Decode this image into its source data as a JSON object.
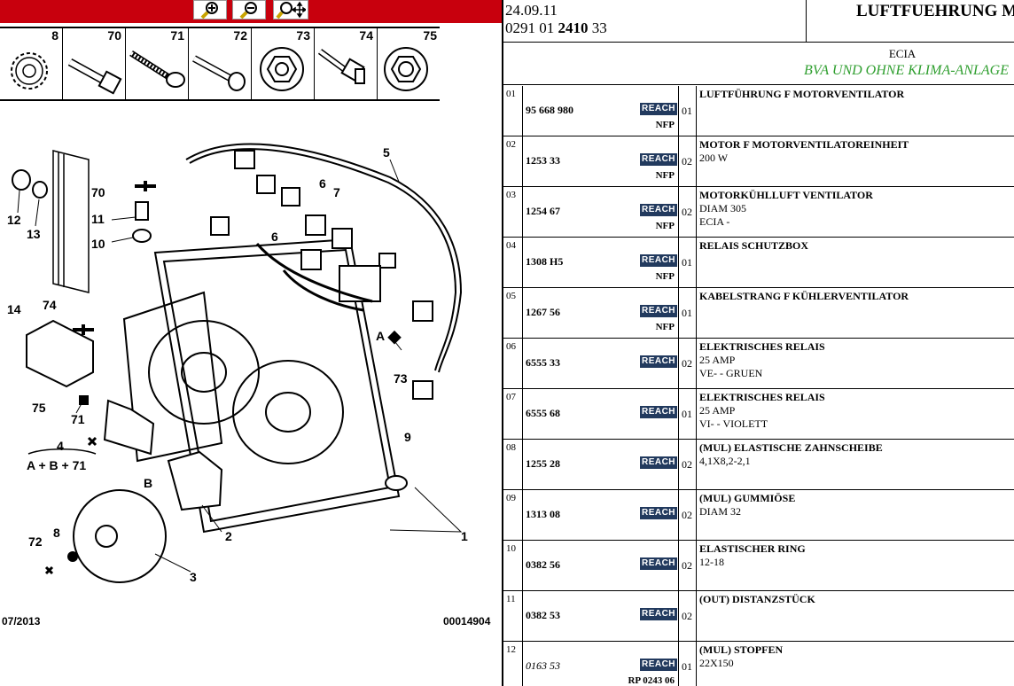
{
  "toolbar": {
    "buttons": [
      {
        "name": "zoom-in-icon"
      },
      {
        "name": "zoom-out-icon"
      },
      {
        "name": "zoom-pan-icon"
      }
    ]
  },
  "strip": {
    "items": [
      "8",
      "70",
      "71",
      "72",
      "73",
      "74",
      "75"
    ]
  },
  "diagram": {
    "labels": [
      "5",
      "6",
      "7",
      "6",
      "70",
      "11",
      "10",
      "12",
      "13",
      "14",
      "74",
      "75",
      "71",
      "4",
      "A + B + 71",
      "A",
      "73",
      "B",
      "9",
      "2",
      "1",
      "8",
      "72",
      "3"
    ]
  },
  "footer": {
    "date": "07/2013",
    "code": "00014904"
  },
  "header": {
    "date": "24.09.11",
    "ref_a": "0291 01 ",
    "ref_b": "2410",
    "ref_c": " 33",
    "title": "LUFTFUEHRUNG MOTORVENTILATOR"
  },
  "subheader": {
    "line1": "ECIA",
    "line2": "BVA UND OHNE KLIMA-ANLAGE"
  },
  "rows": [
    {
      "idx": "01",
      "part": "95 668 980",
      "reach": "REACH",
      "qty": "01",
      "nfp": "NFP",
      "desc": "LUFTFÜHRUNG F MOTORVENTILATOR",
      "lines": []
    },
    {
      "idx": "02",
      "part": "1253 33",
      "reach": "REACH",
      "qty": "02",
      "nfp": "NFP",
      "desc": "MOTOR F MOTORVENTILATOREINHEIT",
      "lines": [
        "200 W"
      ]
    },
    {
      "idx": "03",
      "part": "1254 67",
      "reach": "REACH",
      "qty": "02",
      "nfp": "NFP",
      "desc": "MOTORKÜHLLUFT VENTILATOR",
      "lines": [
        "DIAM 305",
        "ECIA -"
      ]
    },
    {
      "idx": "04",
      "part": "1308 H5",
      "reach": "REACH",
      "qty": "01",
      "nfp": "NFP",
      "desc": "RELAIS SCHUTZBOX",
      "lines": []
    },
    {
      "idx": "05",
      "part": "1267 56",
      "reach": "REACH",
      "qty": "01",
      "nfp": "NFP",
      "desc": "KABELSTRANG F KÜHLERVENTILATOR",
      "lines": []
    },
    {
      "idx": "06",
      "part": "6555 33",
      "reach": "REACH",
      "qty": "02",
      "nfp": "",
      "desc": "ELEKTRISCHES RELAIS",
      "lines": [
        "25 AMP",
        "VE- - GRUEN"
      ]
    },
    {
      "idx": "07",
      "part": "6555 68",
      "reach": "REACH",
      "qty": "01",
      "nfp": "",
      "desc": "ELEKTRISCHES RELAIS",
      "lines": [
        "25 AMP",
        "VI- - VIOLETT"
      ]
    },
    {
      "idx": "08",
      "part": "1255 28",
      "reach": "REACH",
      "qty": "02",
      "nfp": "",
      "desc": "(MUL) ELASTISCHE ZAHNSCHEIBE",
      "lines": [
        "4,1X8,2-2,1"
      ]
    },
    {
      "idx": "09",
      "part": "1313 08",
      "reach": "REACH",
      "qty": "02",
      "nfp": "",
      "desc": "(MUL) GUMMIÖSE",
      "lines": [
        "DIAM 32"
      ]
    },
    {
      "idx": "10",
      "part": "0382 56",
      "reach": "REACH",
      "qty": "02",
      "nfp": "",
      "desc": "ELASTISCHER RING",
      "lines": [
        "12-18"
      ]
    },
    {
      "idx": "11",
      "part": "0382 53",
      "reach": "REACH",
      "qty": "02",
      "nfp": "",
      "desc": "(OUT) DISTANZSTÜCK",
      "lines": []
    },
    {
      "idx": "12",
      "part": "0163 53",
      "reach": "REACH",
      "qty": "01",
      "nfp": "RP 0243 06",
      "desc": "(MUL) STOPFEN",
      "lines": [
        "22X150"
      ],
      "italic": true
    }
  ]
}
